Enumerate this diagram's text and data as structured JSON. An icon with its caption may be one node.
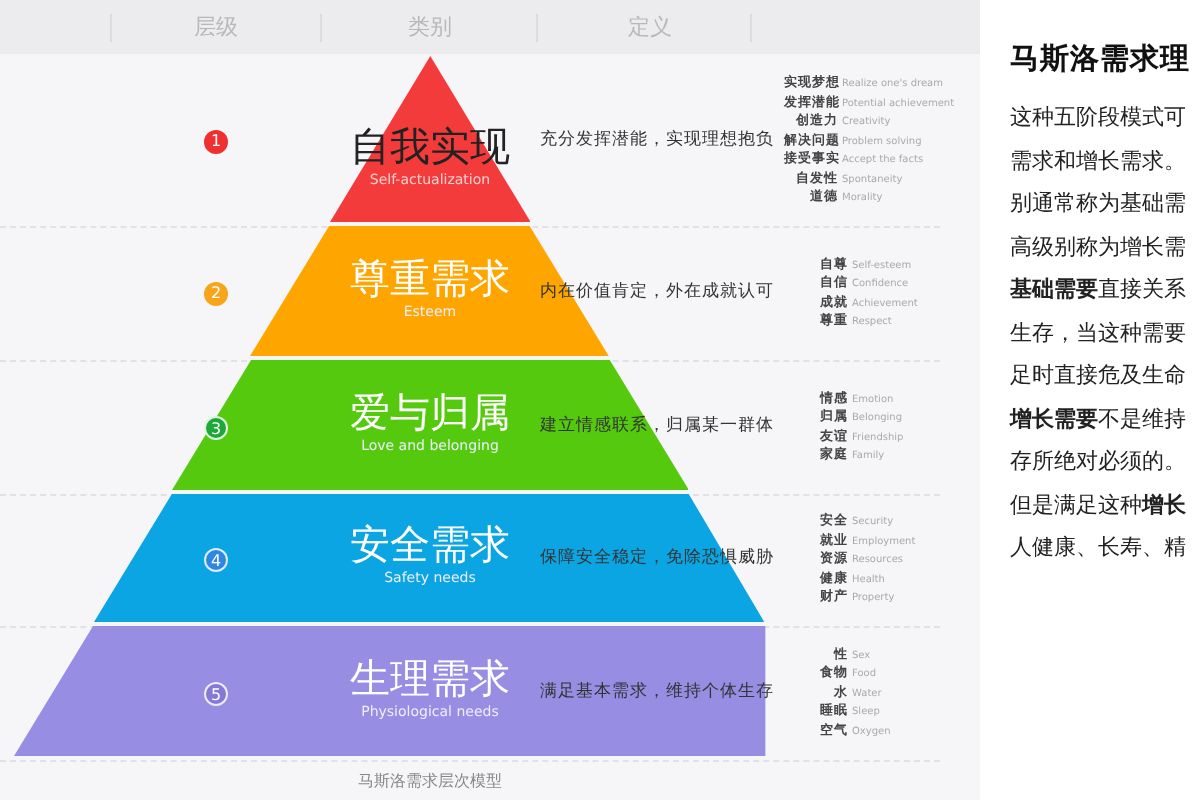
{
  "diagram": {
    "caption": "马斯洛需求层次模型",
    "nodes": [
      {
        "text": [
          "自我实现",
          "Self-actualization"
        ]
      },
      {
        "text": [
          "尊重需求",
          "Esteem"
        ]
      },
      {
        "text": [
          "爱与归属",
          "Love and belonging"
        ]
      },
      {
        "text": [
          "安全需求",
          "Safety needs"
        ]
      },
      {
        "text": [
          "生理需求",
          "Physiological needs"
        ]
      },
      {
        "text": [
          "1"
        ]
      },
      {
        "text": [
          "2"
        ]
      },
      {
        "text": [
          "3"
        ],
        "in": 2
      },
      {
        "text": [
          "4"
        ],
        "in": 3
      },
      {
        "text": [
          "5"
        ],
        "in": 4
      }
    ],
    "edges": [],
    "labels": [
      "层级",
      "类别",
      "定义",
      "充分发挥潜能，实现理想抱负",
      "内在价值肯定，外在成就认可",
      "建立情感联系，归属某一群体",
      "保障安全稳定，免除恐惧威胁",
      "满足基本需求，维持个体生存",
      "实现梦想",
      "Realize one's dream",
      "发挥潜能",
      "Potential achievement",
      "创造力",
      "Creativity",
      "解决问题",
      "Problem solving",
      "接受事实",
      "Accept the facts",
      "自发性",
      "Spontaneity",
      "道德",
      "Morality",
      "自尊",
      "Self-esteem",
      "自信",
      "Confidence",
      "成就",
      "Achievement",
      "尊重",
      "Respect",
      "情感",
      "Emotion",
      "归属",
      "Belonging",
      "友谊",
      "Friendship",
      "家庭",
      "Family",
      "安全",
      "Security",
      "就业",
      "Employment",
      "资源",
      "Resources",
      "健康",
      "Health",
      "财产",
      "Property",
      "性",
      "Sex",
      "食物",
      "Food",
      "水",
      "Water",
      "睡眠",
      "Sleep",
      "空气",
      "Oxygen",
      "马斯洛需求理",
      "这种五阶段模式可",
      "需求和增长需求。",
      "别通常称为基础需",
      "高级别称为增长需",
      "**基础需要**直接关系",
      "生存，当这种需要",
      "足时直接危及生命",
      "**增长需要**不是维持",
      "存所绝对必须的。",
      "但是满足这种**增长**",
      "人健康、长寿、精"
    ]
  }
}
